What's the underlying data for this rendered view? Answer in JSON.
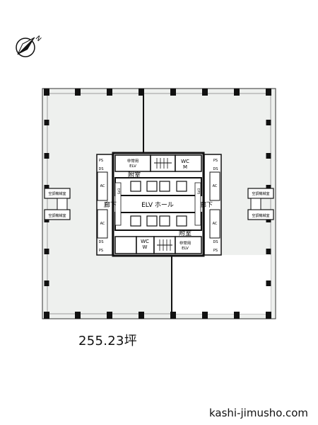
{
  "compass": {
    "north_label": "N"
  },
  "plan": {
    "rooms": {
      "emergency_elv": "非常用\nELV",
      "wc_m": "WC\nM",
      "wc_w": "WC\nW",
      "annex": "附室",
      "elv_hall": "ELV ホール",
      "corridor": "廊下",
      "ac_room": "空調機械室",
      "ps": "PS",
      "ds": "DS",
      "eps": "EPS",
      "ac": "AC"
    },
    "colors": {
      "office_fill": "#eef0ee",
      "wall": "#111111",
      "hall_fill": "#ffffff"
    }
  },
  "area": "255.23坪",
  "site_url": "kashi-jimusho.com"
}
